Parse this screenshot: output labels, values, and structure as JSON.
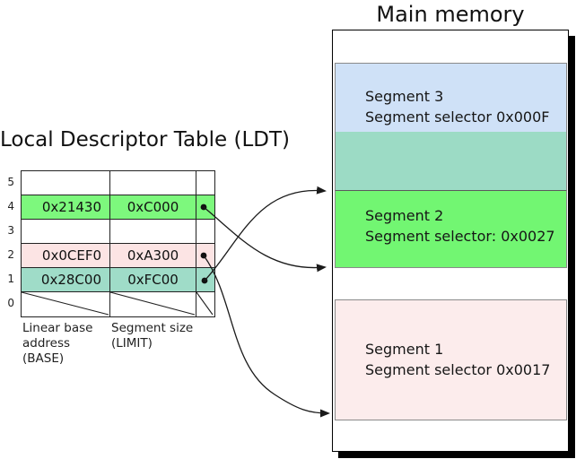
{
  "ldt": {
    "title": "Local Descriptor Table (LDT)",
    "column_header_base": [
      "Linear base",
      "address",
      "(BASE)"
    ],
    "column_header_limit": [
      "Segment size",
      "(LIMIT)"
    ],
    "rows": [
      {
        "index": "5",
        "base": "",
        "limit": "",
        "highlight": "none",
        "has_pointer": false
      },
      {
        "index": "4",
        "base": "0x21430",
        "limit": "0xC000",
        "highlight": "green",
        "has_pointer": true
      },
      {
        "index": "3",
        "base": "",
        "limit": "",
        "highlight": "none",
        "has_pointer": false
      },
      {
        "index": "2",
        "base": "0x0CEF0",
        "limit": "0xA300",
        "highlight": "pink",
        "has_pointer": true
      },
      {
        "index": "1",
        "base": "0x28C00",
        "limit": "0xFC00",
        "highlight": "teal",
        "has_pointer": true
      },
      {
        "index": "0",
        "base": "",
        "limit": "",
        "highlight": "none",
        "has_pointer": false,
        "crossed_out": true
      }
    ]
  },
  "memory": {
    "title": "Main memory",
    "segments": [
      {
        "name": "Segment 3",
        "selector": "Segment selector 0x000F",
        "color": "#cfe1f7"
      },
      {
        "name": "",
        "selector": "",
        "color": "#9cdbc5",
        "note": "overlap-region"
      },
      {
        "name": "Segment 2",
        "selector": "Segment selector: 0x0027",
        "color": "#72f672"
      },
      {
        "name": "Segment 1",
        "selector": "Segment selector 0x0017",
        "color": "#fcecec"
      }
    ]
  },
  "colors": {
    "ldt_row_green": "#7df87d",
    "ldt_row_pink": "#fce4e4",
    "ldt_row_teal": "#9fdcc8",
    "memory_shadow": "#000000",
    "arrow_stroke": "#1a1a1a"
  }
}
